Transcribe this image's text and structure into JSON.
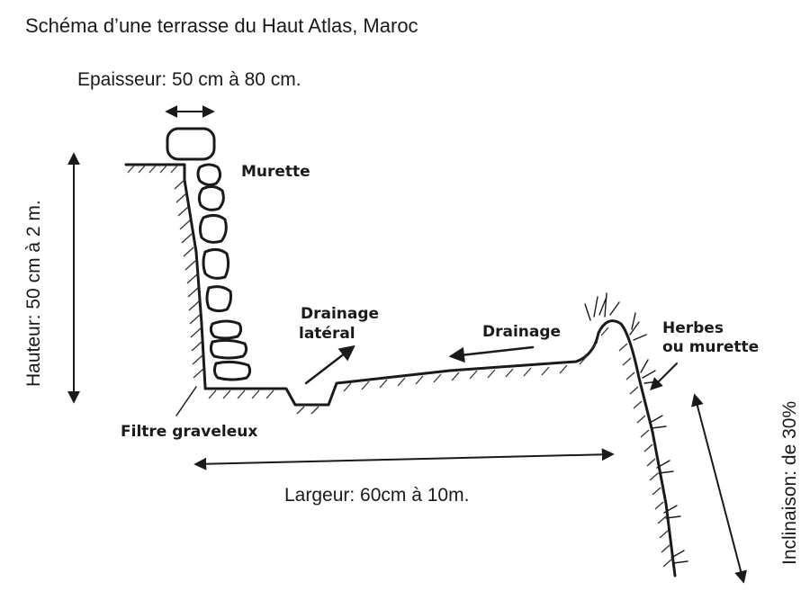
{
  "title": "Schéma d’une terrasse du Haut Atlas, Maroc",
  "labels": {
    "epaisseur": "Epaisseur: 50 cm à 80 cm.",
    "hauteur": "Hauteur: 50 cm à 2 m.",
    "murette": "Murette",
    "drainage_lateral_1": "Drainage",
    "drainage_lateral_2": "latéral",
    "drainage": "Drainage",
    "herbes_1": "Herbes",
    "herbes_2": "ou murette",
    "filtre": "Filtre graveleux",
    "largeur": "Largeur: 60cm à 10m.",
    "inclinaison": "Inclinaison: de 30%"
  },
  "colors": {
    "ink": "#1a1a1a",
    "background": "#ffffff"
  }
}
